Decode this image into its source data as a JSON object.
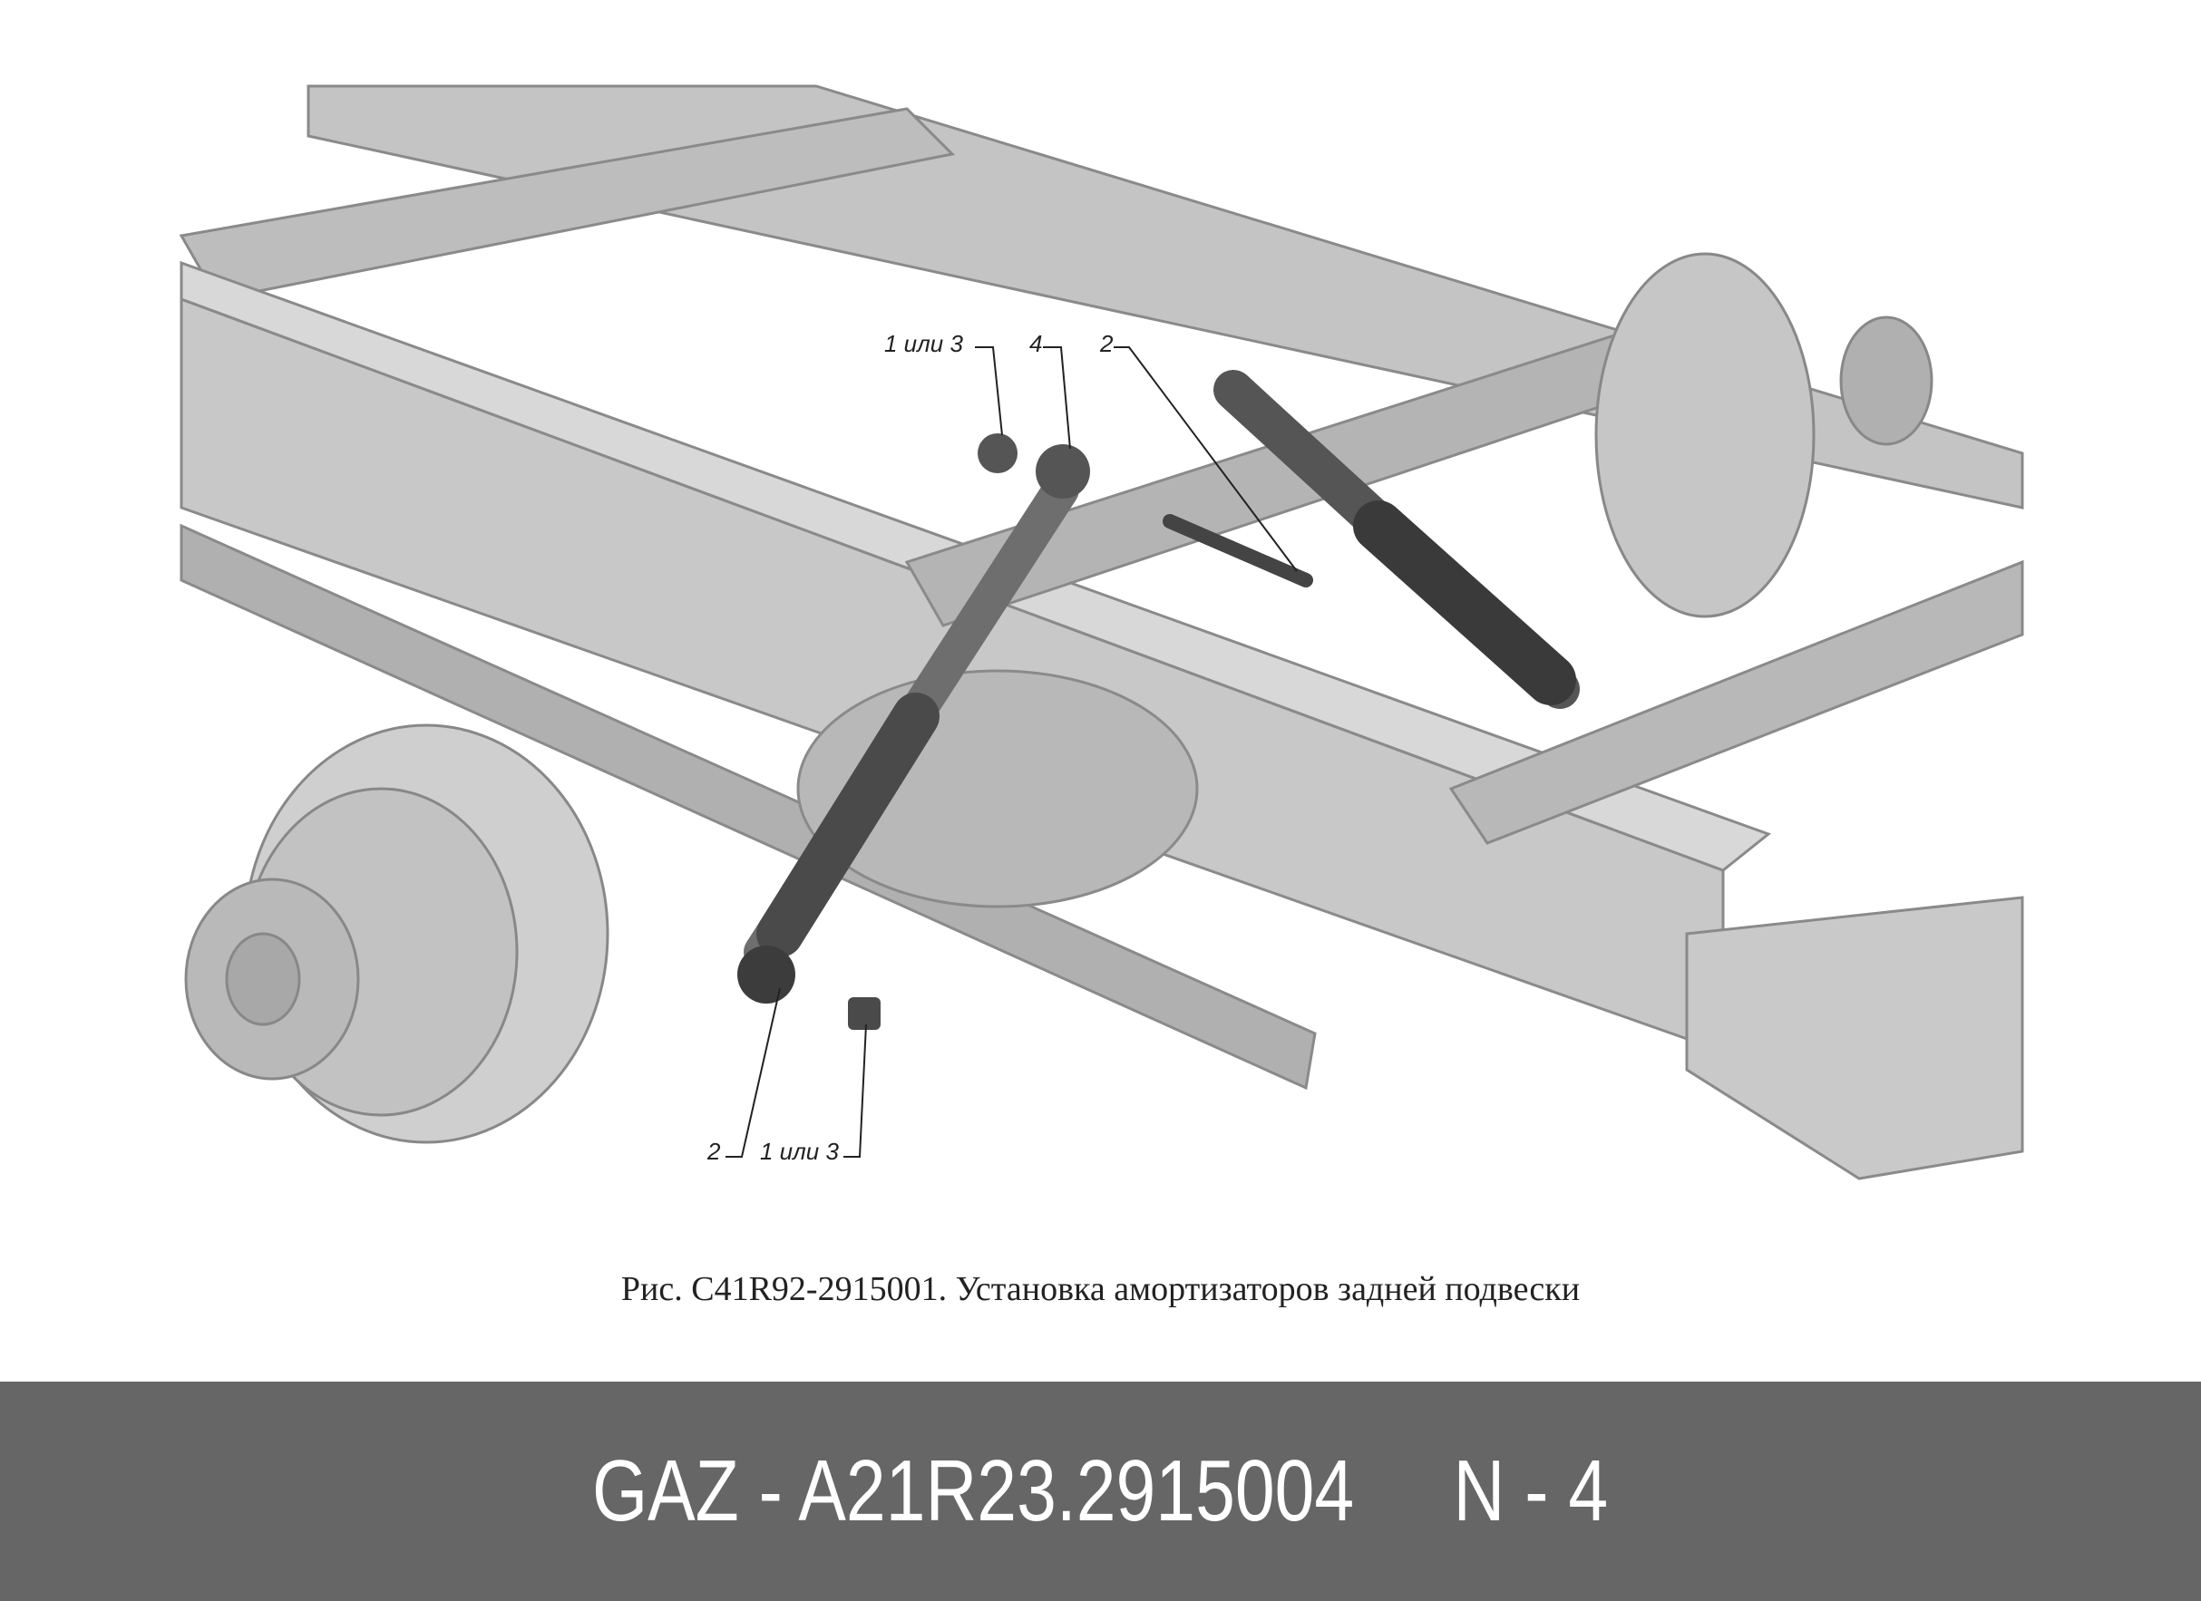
{
  "diagram": {
    "callouts": {
      "top_nut": "1 или 3",
      "top_bushing": "4",
      "top_bolt": "2",
      "bottom_bolt": "2",
      "bottom_nut": "1 или 3"
    },
    "caption": "Рис. С41R92-2915001. Установка амортизаторов задней подвески"
  },
  "footer": {
    "brand": "GAZ",
    "part_number": "A21R23.2915004",
    "quantity": "N - 4",
    "text": "GAZ - A21R23.2915004     N - 4",
    "background": "#666666"
  }
}
